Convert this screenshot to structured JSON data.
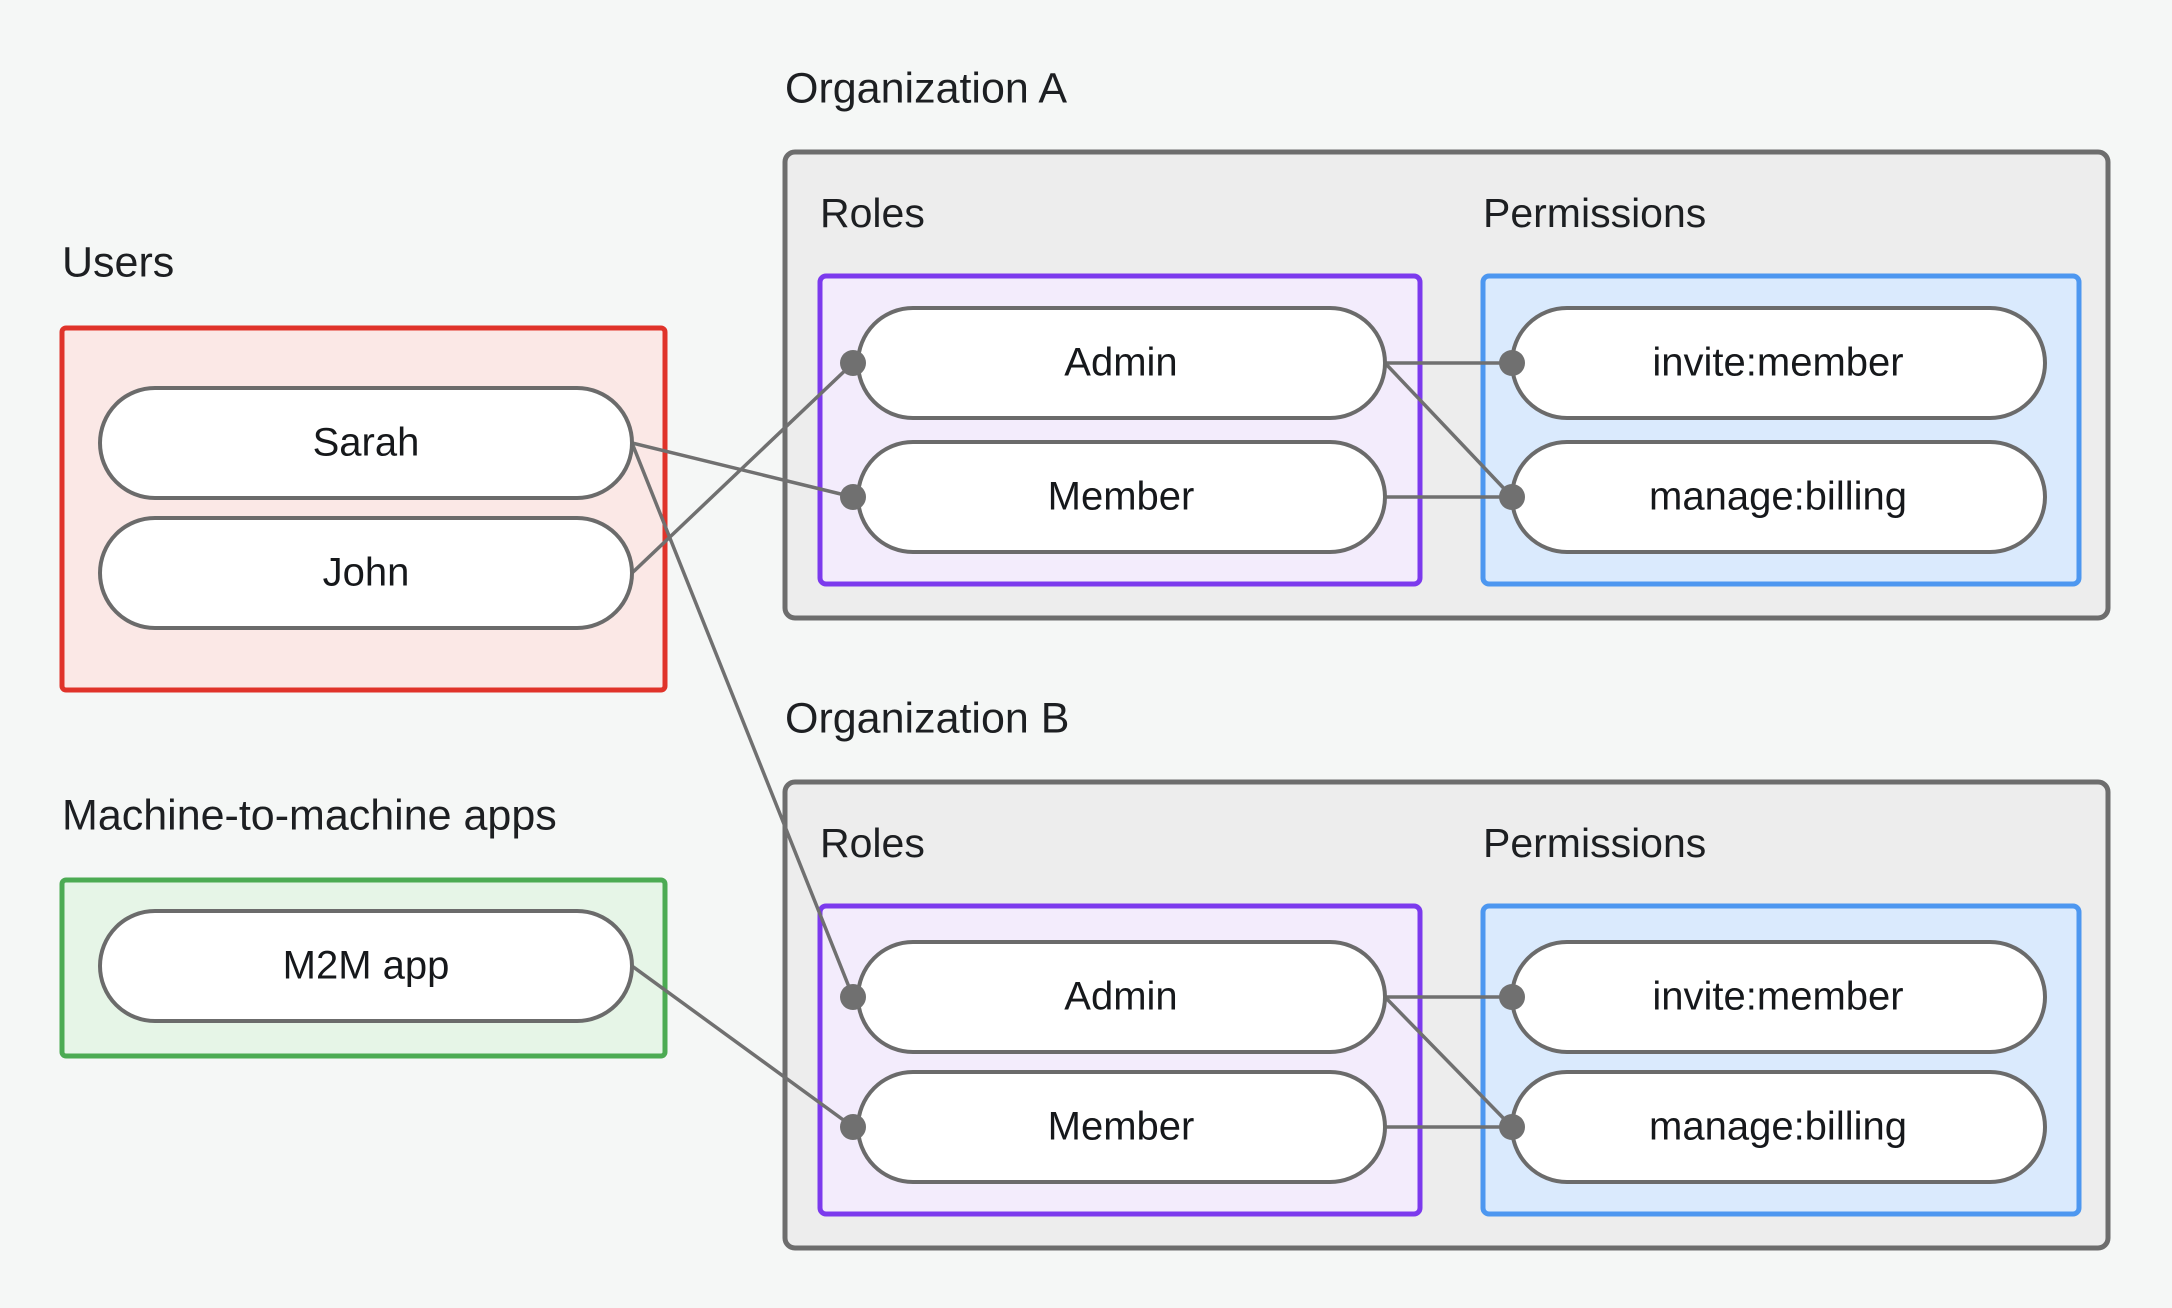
{
  "diagram": {
    "title_users": "Users",
    "title_m2m": "Machine-to-machine apps",
    "title_org_a": "Organization A",
    "title_org_b": "Organization B",
    "section_roles": "Roles",
    "section_permissions": "Permissions",
    "users": [
      {
        "label": "Sarah"
      },
      {
        "label": "John"
      }
    ],
    "m2m_apps": [
      {
        "label": "M2M app"
      }
    ],
    "org_a": {
      "name": "Organization A",
      "roles_header": "Roles",
      "permissions_header": "Permissions",
      "roles": [
        {
          "label": "Admin"
        },
        {
          "label": "Member"
        }
      ],
      "permissions": [
        {
          "label": "invite:member"
        },
        {
          "label": "manage:billing"
        }
      ]
    },
    "org_b": {
      "name": "Organization B",
      "roles_header": "Roles",
      "permissions_header": "Permissions",
      "roles": [
        {
          "label": "Admin"
        },
        {
          "label": "Member"
        }
      ],
      "permissions": [
        {
          "label": "invite:member"
        },
        {
          "label": "manage:billing"
        }
      ]
    },
    "connections": [
      {
        "from": "Sarah",
        "to": "Organization A / Member"
      },
      {
        "from": "Sarah",
        "to": "Organization B / Admin"
      },
      {
        "from": "John",
        "to": "Organization A / Admin"
      },
      {
        "from": "M2M app",
        "to": "Organization B / Member"
      },
      {
        "from": "Organization A / Admin",
        "to": "Organization A / invite:member"
      },
      {
        "from": "Organization A / Admin",
        "to": "Organization A / manage:billing"
      },
      {
        "from": "Organization A / Member",
        "to": "Organization A / manage:billing"
      },
      {
        "from": "Organization B / Admin",
        "to": "Organization B / invite:member"
      },
      {
        "from": "Organization B / Admin",
        "to": "Organization B / manage:billing"
      },
      {
        "from": "Organization B / Member",
        "to": "Organization B / manage:billing"
      }
    ],
    "colors": {
      "background": "#f5f7f6",
      "users_border": "#e0332a",
      "users_fill": "#fbe8e6",
      "m2m_border": "#4cab53",
      "m2m_fill": "#e6f5e7",
      "org_border": "#6d6d6d",
      "org_fill": "#ededed",
      "roles_border": "#7c3aed",
      "roles_fill": "#f3ecfc",
      "permissions_border": "#4d97f0",
      "permissions_fill": "#daeafd",
      "node_border": "#6b6b6b",
      "node_fill": "#ffffff",
      "edge": "#707070",
      "text": "#1d1f22"
    }
  }
}
